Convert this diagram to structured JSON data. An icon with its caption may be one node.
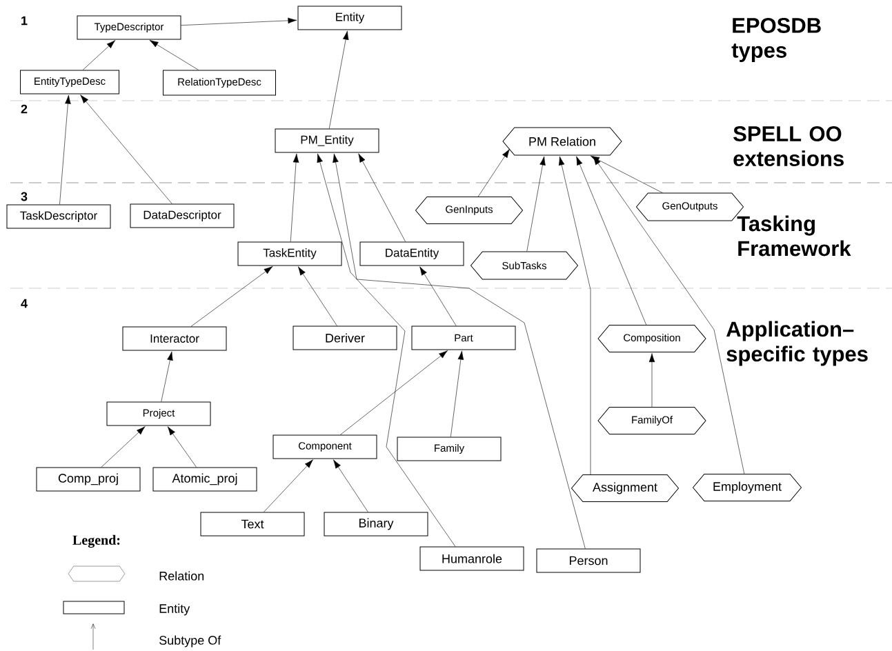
{
  "diagram": {
    "nodes": [
      {
        "text": [
          "TypeDescriptor"
        ]
      },
      {
        "text": [
          "Entity"
        ]
      },
      {
        "text": [
          "EntityTypeDesc"
        ]
      },
      {
        "text": [
          "RelationTypeDesc"
        ]
      },
      {
        "text": [
          "PM_Entity"
        ]
      },
      {
        "text": [
          "PM Relation"
        ]
      },
      {
        "text": [
          "TaskDescriptor"
        ]
      },
      {
        "text": [
          "DataDescriptor"
        ]
      },
      {
        "text": [
          "GenInputs"
        ]
      },
      {
        "text": [
          "GenOutputs"
        ]
      },
      {
        "text": [
          "TaskEntity"
        ]
      },
      {
        "text": [
          "DataEntity"
        ]
      },
      {
        "text": [
          "SubTasks"
        ]
      },
      {
        "text": [
          "Interactor"
        ]
      },
      {
        "text": [
          "Deriver"
        ]
      },
      {
        "text": [
          "Part"
        ]
      },
      {
        "text": [
          "Composition"
        ]
      },
      {
        "text": [
          "Project"
        ]
      },
      {
        "text": [
          "FamilyOf"
        ]
      },
      {
        "text": [
          "Component"
        ]
      },
      {
        "text": [
          "Family"
        ]
      },
      {
        "text": [
          "Comp_proj"
        ]
      },
      {
        "text": [
          "Atomic_proj"
        ]
      },
      {
        "text": [
          "Assignment"
        ]
      },
      {
        "text": [
          "Employment"
        ]
      },
      {
        "text": [
          "Text"
        ]
      },
      {
        "text": [
          "Binary"
        ]
      },
      {
        "text": [
          "Humanrole"
        ]
      },
      {
        "text": [
          "Person"
        ]
      }
    ],
    "edges": [
      {
        "from": 0,
        "to": 1,
        "arrow": "to"
      },
      {
        "from": 2,
        "to": 0,
        "arrow": "to"
      },
      {
        "from": 3,
        "to": 0,
        "arrow": "to"
      },
      {
        "from": 6,
        "to": 2,
        "arrow": "to"
      },
      {
        "from": 7,
        "to": 2,
        "arrow": "to"
      },
      {
        "from": 4,
        "to": 1,
        "arrow": "to"
      },
      {
        "from": 10,
        "to": 4,
        "arrow": "to"
      },
      {
        "from": 27,
        "to": 4,
        "arrow": "to"
      },
      {
        "from": 28,
        "to": 4,
        "arrow": "to"
      },
      {
        "from": 11,
        "to": 4,
        "arrow": "to"
      },
      {
        "from": 8,
        "to": 5,
        "arrow": "to"
      },
      {
        "from": 12,
        "to": 5,
        "arrow": "to"
      },
      {
        "from": 23,
        "to": 5,
        "arrow": "to"
      },
      {
        "from": 16,
        "to": 5,
        "arrow": "to"
      },
      {
        "from": 24,
        "to": 5,
        "arrow": "to"
      },
      {
        "from": 9,
        "to": 5,
        "arrow": "to"
      },
      {
        "from": 13,
        "to": 10,
        "arrow": "to"
      },
      {
        "from": 14,
        "to": 10,
        "arrow": "to"
      },
      {
        "from": 15,
        "to": 11,
        "arrow": "to"
      },
      {
        "from": 17,
        "to": 13,
        "arrow": "to"
      },
      {
        "from": 21,
        "to": 17,
        "arrow": "to"
      },
      {
        "from": 22,
        "to": 17,
        "arrow": "to"
      },
      {
        "from": 19,
        "to": 15,
        "arrow": "to"
      },
      {
        "from": 20,
        "to": 15,
        "arrow": "to"
      },
      {
        "from": 18,
        "to": 16,
        "arrow": "to"
      },
      {
        "from": 25,
        "to": 19,
        "arrow": "to"
      },
      {
        "from": 26,
        "to": 19,
        "arrow": "to"
      }
    ],
    "labels": [
      "1",
      "EPOSDB types",
      "2",
      "SPELL OO extensions",
      "3",
      "Tasking Framework",
      "4",
      "Application– specific types",
      "Legend:"
    ],
    "legend": [
      {
        "text": "Relation"
      },
      {
        "text": "Entity"
      },
      {
        "text": "Subtype Of"
      }
    ]
  }
}
